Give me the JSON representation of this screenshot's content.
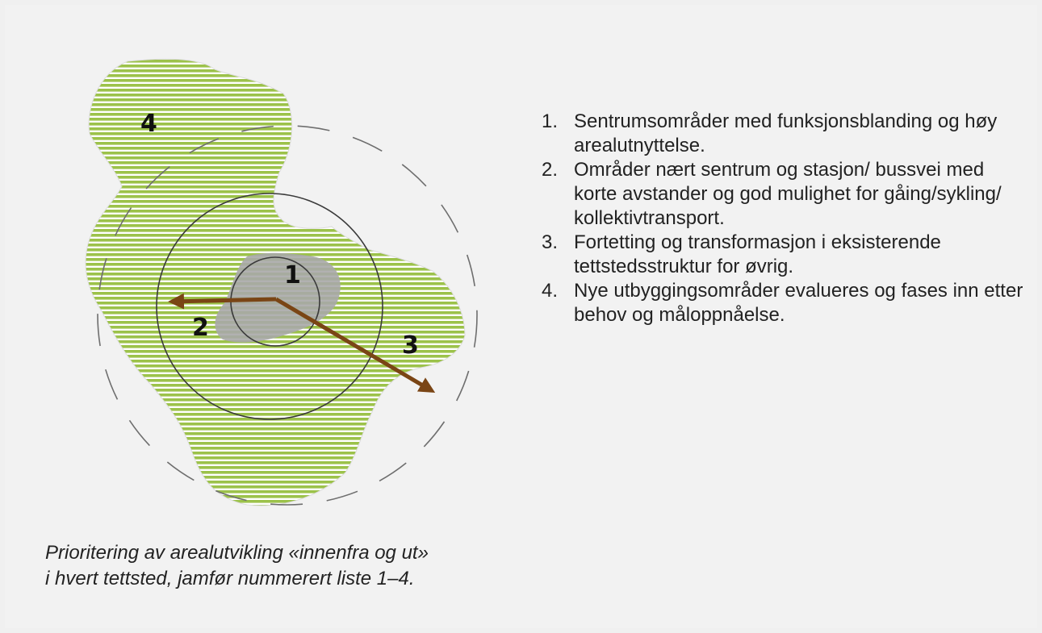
{
  "diagram": {
    "region_labels": [
      "1",
      "2",
      "3",
      "4"
    ],
    "colors": {
      "hatch": "#9cc24a",
      "core": "#a8a8a8",
      "arrow": "#7a4515",
      "circle": "#3a3a3a",
      "dashed": "#6e6e6e"
    }
  },
  "list": {
    "items": [
      {
        "num": "1.",
        "text": "Sentrumsområder med funksjonsblanding og høy arealutnyttelse."
      },
      {
        "num": "2.",
        "text": "Områder nært sentrum og stasjon/ bussvei med korte avstander og god mulighet for gåing/sykling/ kollektivtransport."
      },
      {
        "num": "3.",
        "text": "Fortetting og transformasjon i eksisterende tettstedsstruktur for øvrig."
      },
      {
        "num": "4.",
        "text": "Nye utbyggingsområder evalueres og fases inn etter behov og måloppnåelse."
      }
    ]
  },
  "caption": {
    "line1": "Prioritering av arealutvikling «innenfra og ut»",
    "line2": "i hvert tettsted, jamfør nummerert liste 1–4."
  }
}
